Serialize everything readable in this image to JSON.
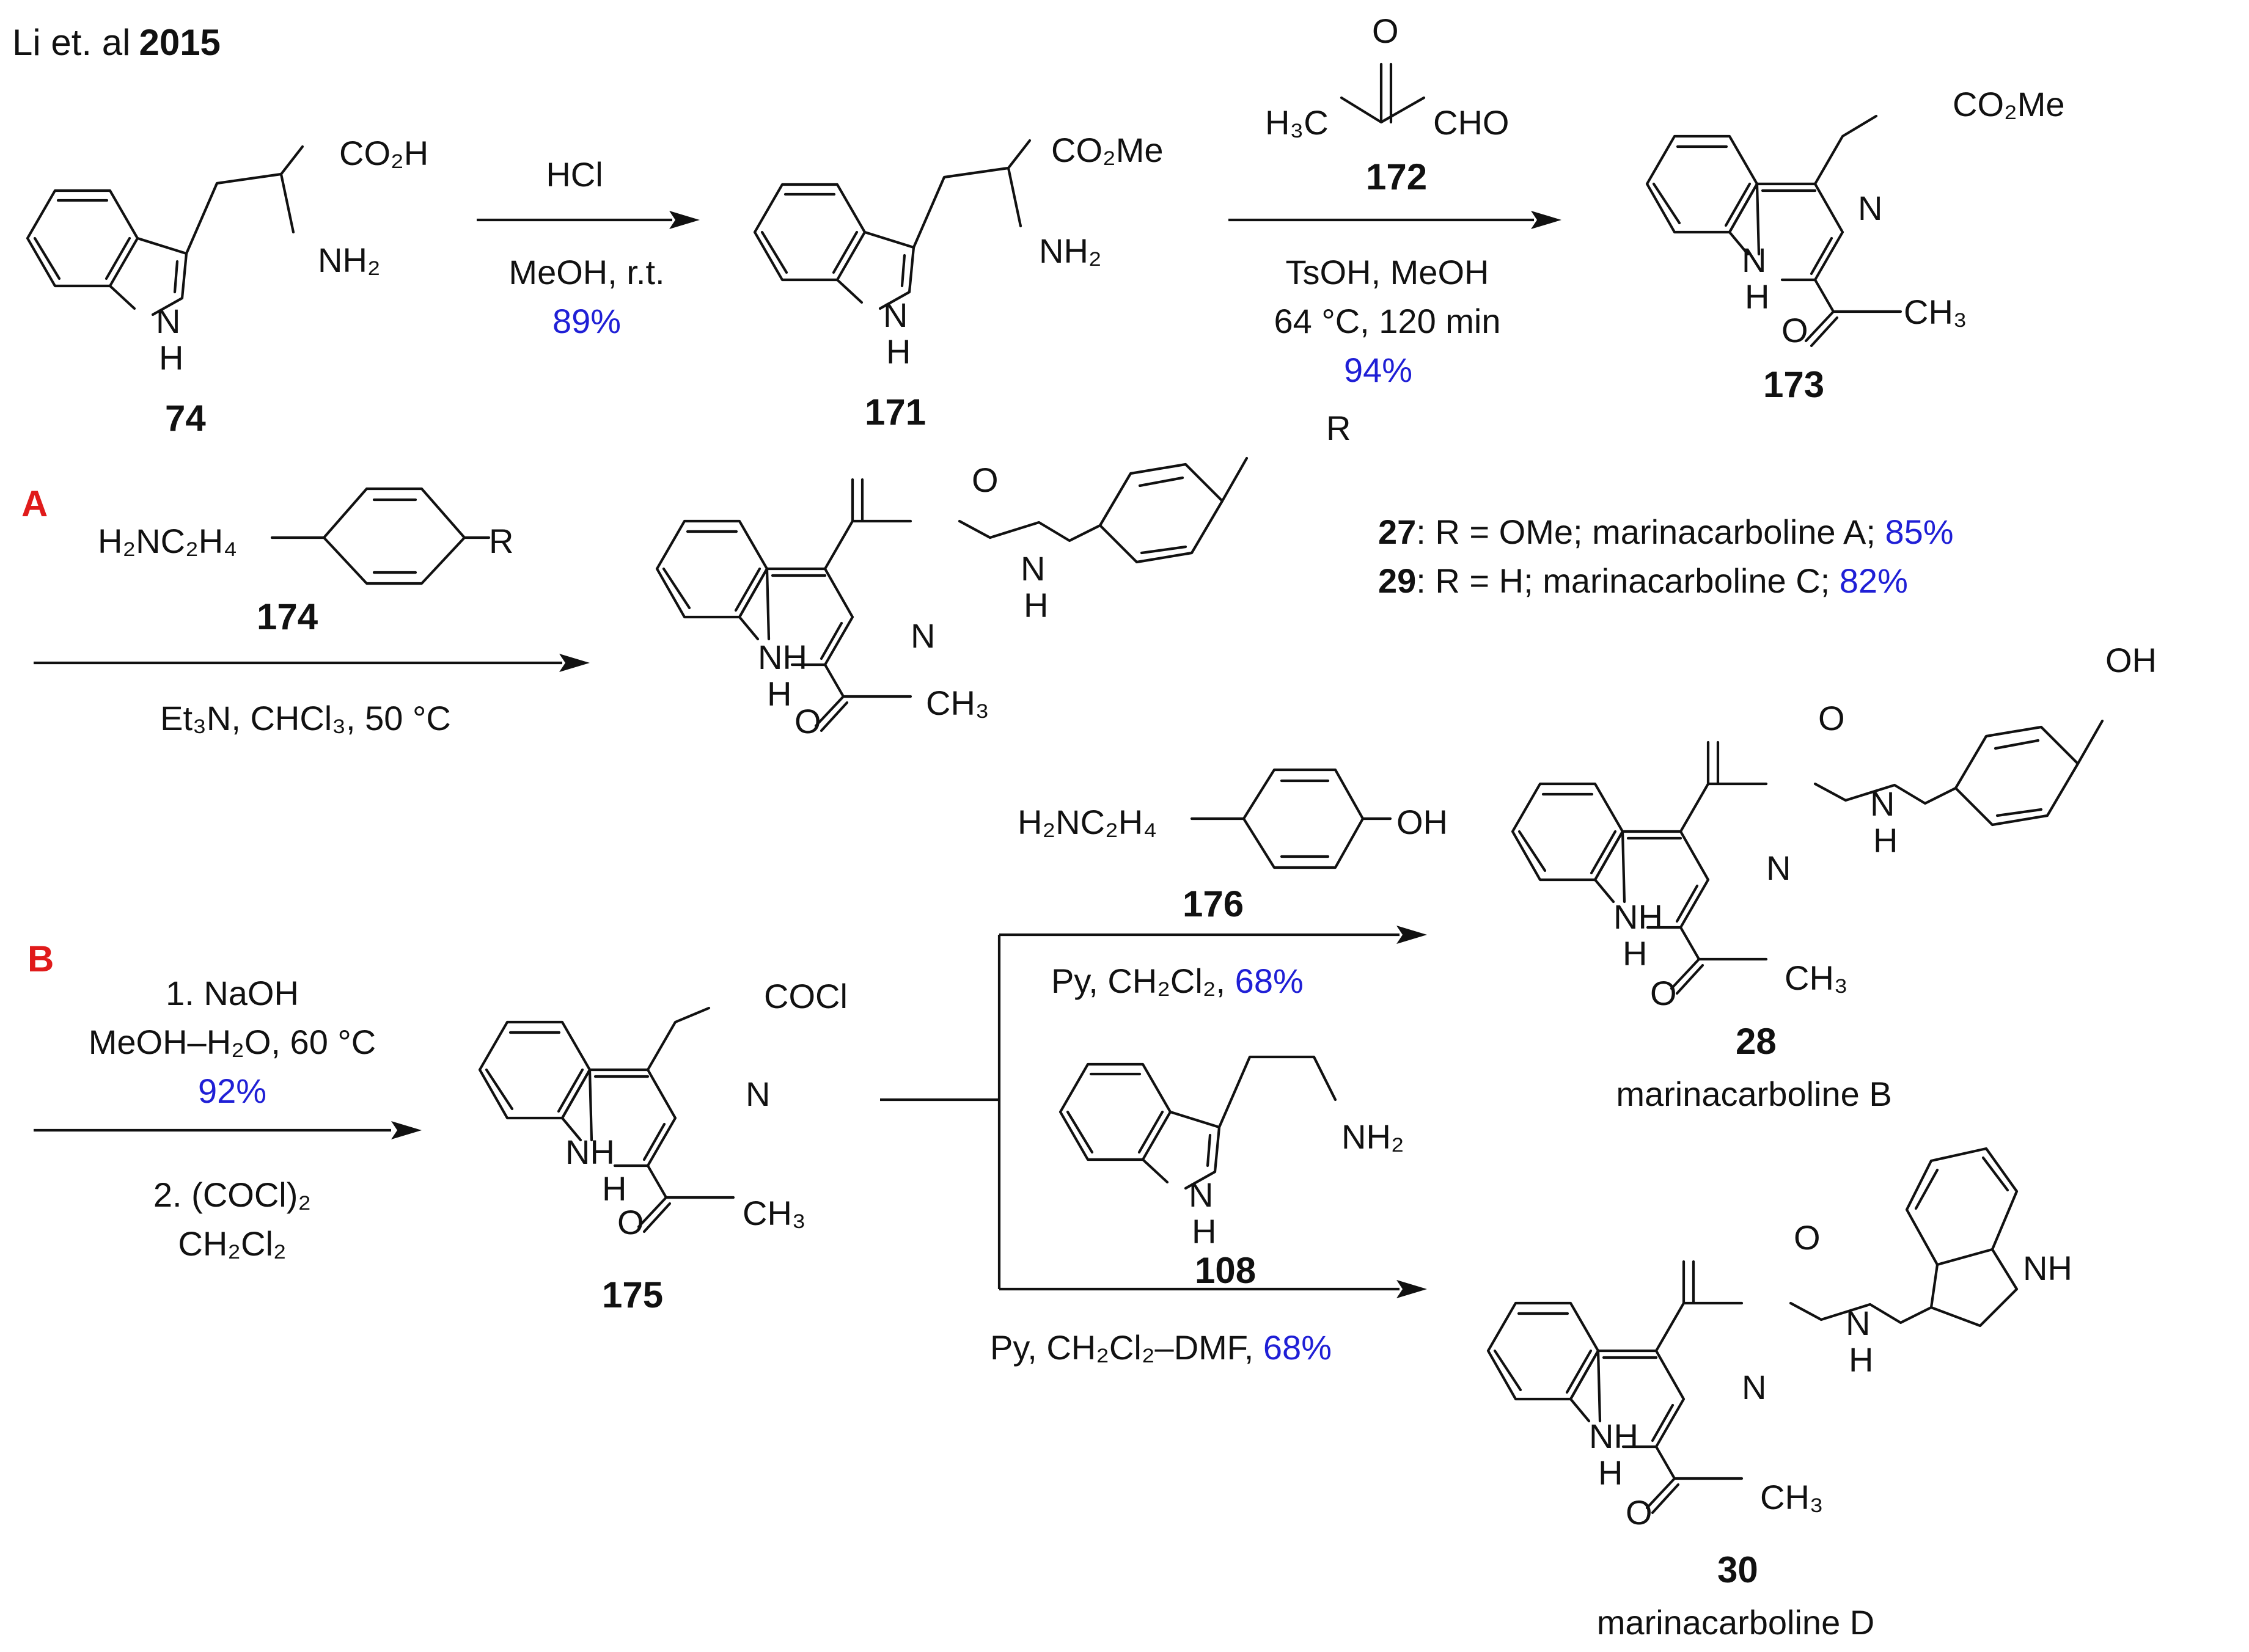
{
  "header": {
    "author": "Li et. al",
    "year": "2015"
  },
  "colors": {
    "yield": "#1f1fd6",
    "route": "#e01b1b",
    "ink": "#111111"
  },
  "compounds": {
    "c74": {
      "id": "74"
    },
    "c171": {
      "id": "171"
    },
    "c172": {
      "id": "172"
    },
    "c173": {
      "id": "173"
    },
    "c174": {
      "id": "174"
    },
    "c175": {
      "id": "175"
    },
    "c176": {
      "id": "176"
    },
    "c108": {
      "id": "108"
    },
    "c28": {
      "id": "28",
      "name": "marinacarboline B"
    },
    "c30": {
      "id": "30",
      "name": "marinacarboline D"
    }
  },
  "step1": {
    "reagent": "HCl",
    "conditions": "MeOH, r.t.",
    "yield": "89%"
  },
  "step2": {
    "conditions1": "TsOH, MeOH",
    "conditions2": "64 °C, 120 min",
    "yield": "94%"
  },
  "routeA": {
    "label": "A",
    "conditions": "Et₃N, CHCl₃, 50 °C"
  },
  "routeA_results": [
    {
      "id": "27",
      "text": ": R = OMe; marinacarboline A; ",
      "yield": "85%"
    },
    {
      "id": "29",
      "text": ": R = H; marinacarboline C; ",
      "yield": "82%"
    }
  ],
  "routeB": {
    "label": "B",
    "step1": "1. NaOH",
    "step1_solvent": "MeOH–H₂O, 60 °C",
    "step1_yield": "92%",
    "step2": "2. (COCl)₂",
    "step2_solvent": "CH₂Cl₂"
  },
  "branch1": {
    "conditions": "Py, CH₂Cl₂, ",
    "yield": "68%"
  },
  "branch2": {
    "conditions": "Py, CH₂Cl₂–DMF, ",
    "yield": "68%"
  },
  "labels": {
    "co2h": "CO₂H",
    "co2me": "CO₂Me",
    "nh2": "NH₂",
    "nh": "NH",
    "n": "N",
    "h": "H",
    "o": "O",
    "ch3": "CH₃",
    "h3c": "H₃C",
    "cho": "CHO",
    "cocl": "COCl",
    "r": "R",
    "oh": "OH",
    "amine_prefix": "H₂NC₂H₄"
  }
}
